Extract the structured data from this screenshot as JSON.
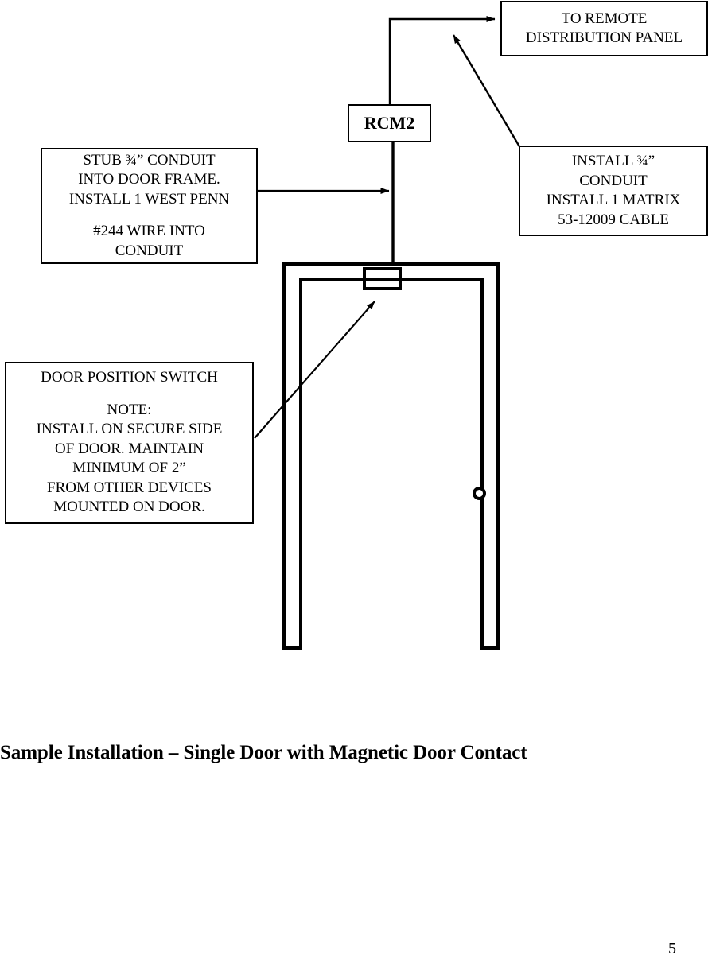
{
  "document": {
    "caption": "Sample Installation – Single Door with Magnetic Door Contact",
    "page_number": "5"
  },
  "callouts": {
    "remote_panel": {
      "name": "to-remote-distribution-panel",
      "lines": [
        "TO REMOTE",
        "DISTRIBUTION PANEL"
      ]
    },
    "install_conduit": {
      "name": "install-conduit-matrix-cable",
      "lines": [
        "INSTALL ¾”",
        "CONDUIT",
        "INSTALL 1 MATRIX",
        "53-12009 CABLE"
      ]
    },
    "stub_conduit": {
      "name": "stub-conduit-into-door-frame",
      "lines": [
        "STUB ¾” CONDUIT",
        "INTO DOOR FRAME.",
        "INSTALL 1 WEST PENN",
        "",
        "#244 WIRE INTO",
        "CONDUIT"
      ]
    },
    "door_position_switch": {
      "name": "door-position-switch-note",
      "lines": [
        "DOOR POSITION SWITCH",
        "",
        "NOTE:",
        "INSTALL ON SECURE SIDE",
        "OF DOOR. MAINTAIN",
        "MINIMUM OF 2”",
        "FROM OTHER DEVICES",
        "MOUNTED ON DOOR."
      ]
    },
    "rcm2": {
      "name": "rcm2-module",
      "label": "RCM2"
    }
  },
  "diagram": {
    "door_frame_label": "door-frame",
    "door_panel_label": "door-leaf",
    "magnetic_contact_label": "magnetic-door-contact",
    "door_knob_label": "door-knob"
  },
  "colors": {
    "line": "#000000",
    "background": "#ffffff"
  }
}
